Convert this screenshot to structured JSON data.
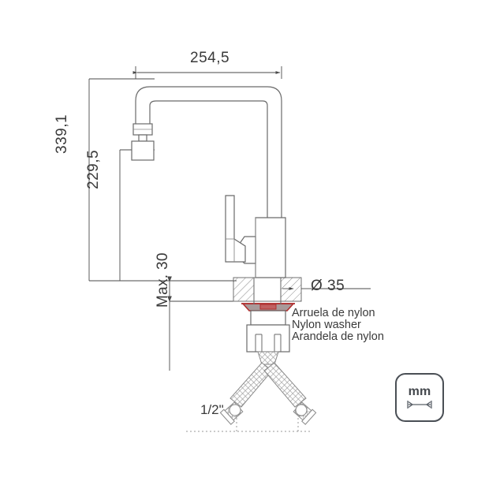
{
  "document": {
    "type": "technical-drawing",
    "subject": "Kitchen sink mixer faucet dimensional drawing",
    "units_badge": {
      "label": "mm",
      "icon": "horizontal-dimension-arrow-icon"
    }
  },
  "dimensions": {
    "overall_width": {
      "label": "254,5",
      "orientation": "horizontal",
      "unit": "mm"
    },
    "overall_height": {
      "label": "339,1",
      "orientation": "vertical",
      "unit": "mm"
    },
    "spout_height": {
      "label": "229,5",
      "orientation": "vertical",
      "unit": "mm"
    },
    "max_counter_thickness": {
      "label": "Max. 30",
      "orientation": "vertical",
      "unit": "mm"
    },
    "mounting_hole_diameter": {
      "label": "Ø 35",
      "orientation": "horizontal",
      "unit": "mm"
    },
    "supply_thread": {
      "label": "1/2\"",
      "unit": "inch"
    }
  },
  "callouts": {
    "nylon_washer": {
      "line_pt": "Arruela de nylon",
      "line_en": "Nylon washer",
      "line_es": "Arandela de nylon"
    }
  },
  "colors": {
    "line": "#5a5a5a",
    "dimension_line": "#4a4a4a",
    "text": "#3a3a3a",
    "hatch": "#7a7a7a",
    "washer_outline": "#b03030",
    "washer_fill": "#9a8a8a",
    "badge_border": "#4a4f55",
    "background": "#ffffff"
  }
}
